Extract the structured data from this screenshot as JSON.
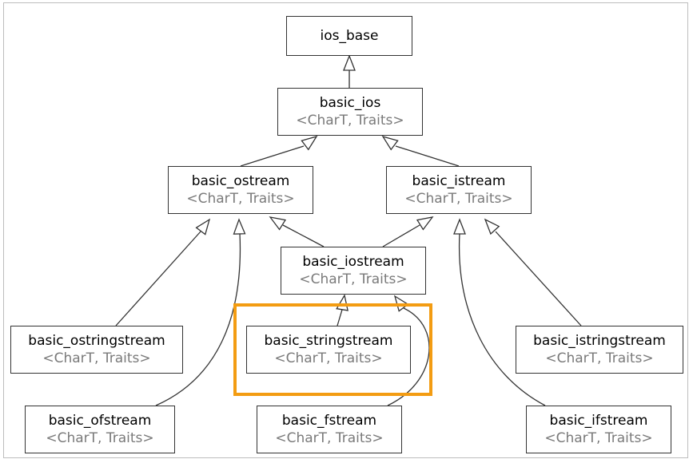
{
  "diagram": {
    "nodes": [
      {
        "id": "ios_base",
        "name": "ios_base",
        "template": ""
      },
      {
        "id": "basic_ios",
        "name": "basic_ios",
        "template": "<CharT, Traits>"
      },
      {
        "id": "basic_ostream",
        "name": "basic_ostream",
        "template": "<CharT, Traits>"
      },
      {
        "id": "basic_istream",
        "name": "basic_istream",
        "template": "<CharT, Traits>"
      },
      {
        "id": "basic_iostream",
        "name": "basic_iostream",
        "template": "<CharT, Traits>"
      },
      {
        "id": "basic_ostringstream",
        "name": "basic_ostringstream",
        "template": "<CharT, Traits>"
      },
      {
        "id": "basic_stringstream",
        "name": "basic_stringstream",
        "template": "<CharT, Traits>"
      },
      {
        "id": "basic_istringstream",
        "name": "basic_istringstream",
        "template": "<CharT, Traits>"
      },
      {
        "id": "basic_ofstream",
        "name": "basic_ofstream",
        "template": "<CharT, Traits>"
      },
      {
        "id": "basic_fstream",
        "name": "basic_fstream",
        "template": "<CharT, Traits>"
      },
      {
        "id": "basic_ifstream",
        "name": "basic_ifstream",
        "template": "<CharT, Traits>"
      }
    ],
    "edges": [
      {
        "from": "basic_ios",
        "to": "ios_base"
      },
      {
        "from": "basic_ostream",
        "to": "basic_ios"
      },
      {
        "from": "basic_istream",
        "to": "basic_ios"
      },
      {
        "from": "basic_iostream",
        "to": "basic_ostream"
      },
      {
        "from": "basic_iostream",
        "to": "basic_istream"
      },
      {
        "from": "basic_ostringstream",
        "to": "basic_ostream"
      },
      {
        "from": "basic_ofstream",
        "to": "basic_ostream"
      },
      {
        "from": "basic_stringstream",
        "to": "basic_iostream"
      },
      {
        "from": "basic_fstream",
        "to": "basic_iostream"
      },
      {
        "from": "basic_istringstream",
        "to": "basic_istream"
      },
      {
        "from": "basic_ifstream",
        "to": "basic_istream"
      }
    ],
    "highlighted": "basic_stringstream",
    "colors": {
      "highlight": "#f39c12",
      "edge": "#333333",
      "template_text": "#7a7a7a"
    }
  }
}
